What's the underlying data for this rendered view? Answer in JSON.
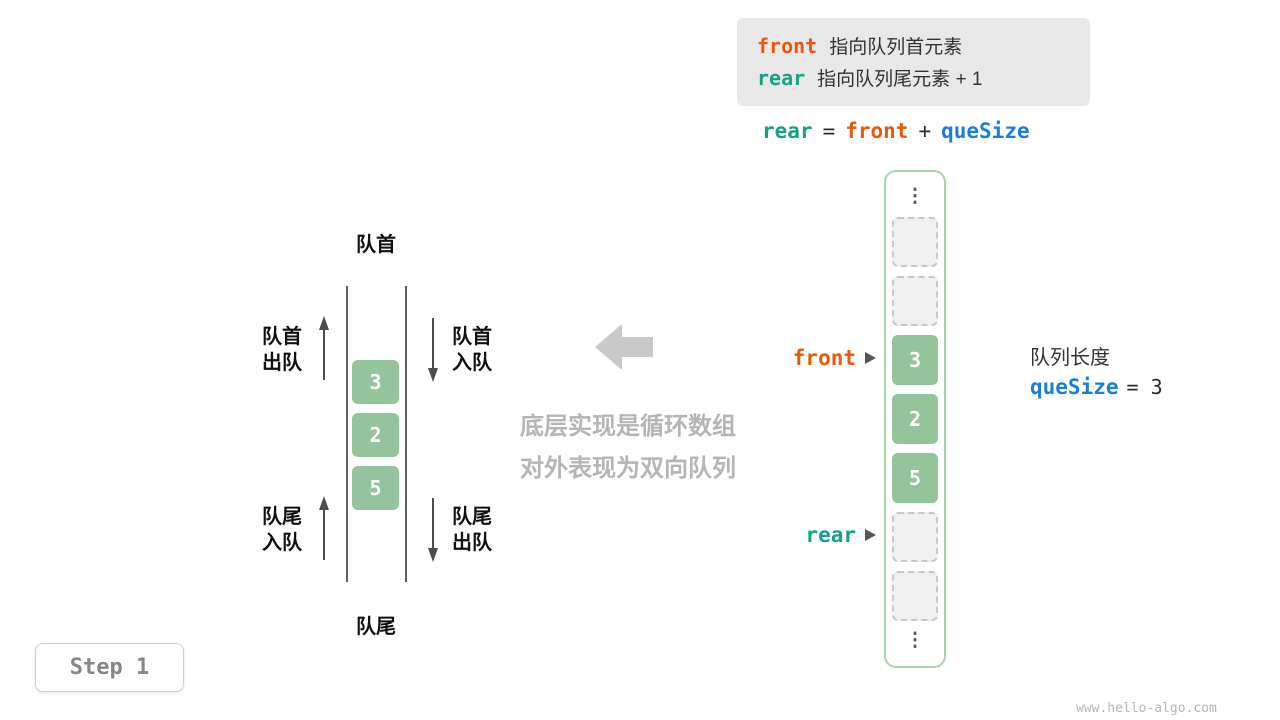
{
  "colors": {
    "front_orange": "#e8590c",
    "rear_teal": "#17a086",
    "size_blue": "#1c7ed6",
    "cell_green": "#94c49c",
    "note_gray": "#b5b5b5"
  },
  "legend": {
    "line1": {
      "code": "front",
      "text": "指向队列首元素"
    },
    "line2": {
      "code": "rear",
      "text": "指向队列尾元素 + 1"
    }
  },
  "formula": {
    "rear": "rear",
    "equals": "=",
    "front": "front",
    "plus": "+",
    "size": "queSize"
  },
  "deque": {
    "head_label": "队首",
    "tail_label": "队尾",
    "cells": [
      "3",
      "2",
      "5"
    ],
    "head_out": {
      "line1": "队首",
      "line2": "出队"
    },
    "tail_in": {
      "line1": "队尾",
      "line2": "入队"
    },
    "head_in": {
      "line1": "队首",
      "line2": "入队"
    },
    "tail_out": {
      "line1": "队尾",
      "line2": "出队"
    }
  },
  "note": {
    "line1": "底层实现是循环数组",
    "line2": "对外表现为双向队列"
  },
  "array": {
    "ellipsis": "⋮",
    "cells": [
      "",
      "",
      "3",
      "2",
      "5",
      "",
      ""
    ],
    "front_pointer": "front",
    "rear_pointer": "rear"
  },
  "queue_info": {
    "label": "队列长度",
    "code": "queSize",
    "rest": "= 3"
  },
  "step_label": "Step 1",
  "watermark": "www.hello-algo.com"
}
